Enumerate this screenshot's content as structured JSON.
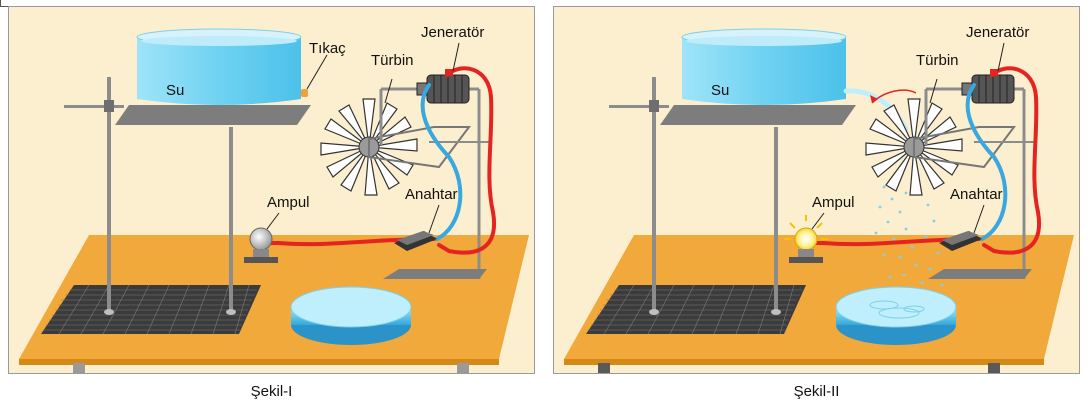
{
  "colors": {
    "background": "#fcefcf",
    "table_top": "#f2a93b",
    "table_edge": "#d58a18",
    "water": "#6fd2f2",
    "wire_red": "#e52421",
    "wire_blue": "#3aa8e0",
    "pole": "#8c8c8c"
  },
  "figures": [
    {
      "labels": {
        "water": "Su",
        "plug": "Tıkaç",
        "turbine": "Türbin",
        "generator": "Jeneratör",
        "bulb": "Ampul",
        "switch": "Anahtar"
      },
      "caption": "Şekil-I",
      "bulb_lit": false,
      "water_flowing": false
    },
    {
      "labels": {
        "water": "Su",
        "turbine": "Türbin",
        "generator": "Jeneratör",
        "bulb": "Ampul",
        "switch": "Anahtar"
      },
      "caption": "Şekil-II",
      "bulb_lit": true,
      "water_flowing": true
    }
  ]
}
